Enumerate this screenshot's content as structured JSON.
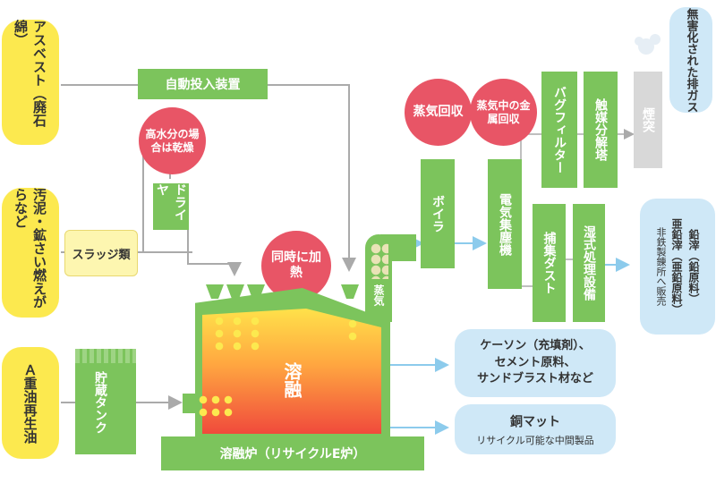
{
  "inputs": {
    "asbestos": "アスベスト（廃石綿）",
    "sludge": "汚泥・鉱さい燃えがらなど",
    "oil": "Ａ重油再生油"
  },
  "auto_feeder": "自動投入装置",
  "dryer": "ドライヤ",
  "dryer_bubble": "高水分の場合は乾燥",
  "sludge_box": "スラッジ類",
  "tank": "貯蔵タンク",
  "heat_bubble": "同時に加熱",
  "melt_text": "溶融",
  "furnace_label": "溶融炉（リサイクルE炉）",
  "steam": "蒸気",
  "boiler": "ボイラ",
  "steam_recovery": "蒸気回収",
  "metal_recovery": "蒸気中の金属回収",
  "esp": "電気集塵機",
  "bag_filter": "バグフィルター",
  "catalyst": "触媒分解塔",
  "chimney": "煙突",
  "harmless_gas": "無害化された排ガス",
  "capture_dust": "捕集ダスト",
  "wet_treatment": "湿式処理設備",
  "zinc_out": {
    "line1": "鉛滓（鉛原料）",
    "line2": "亜鉛滓（亜鉛原料）",
    "line3": "非鉄製錬所へ販売"
  },
  "caisson_out": {
    "line1": "ケーソン（充填剤）、",
    "line2": "セメント原料、",
    "line3": "サンドブラスト材など"
  },
  "copper_out": {
    "title": "銅マット",
    "sub": "リサイクル可能な中間製品"
  },
  "colors": {
    "green": "#7cc45c",
    "yellow": "#fce94f",
    "red": "#e85566",
    "blue": "#cfe8f7",
    "gray_line": "#aaaaaa"
  }
}
